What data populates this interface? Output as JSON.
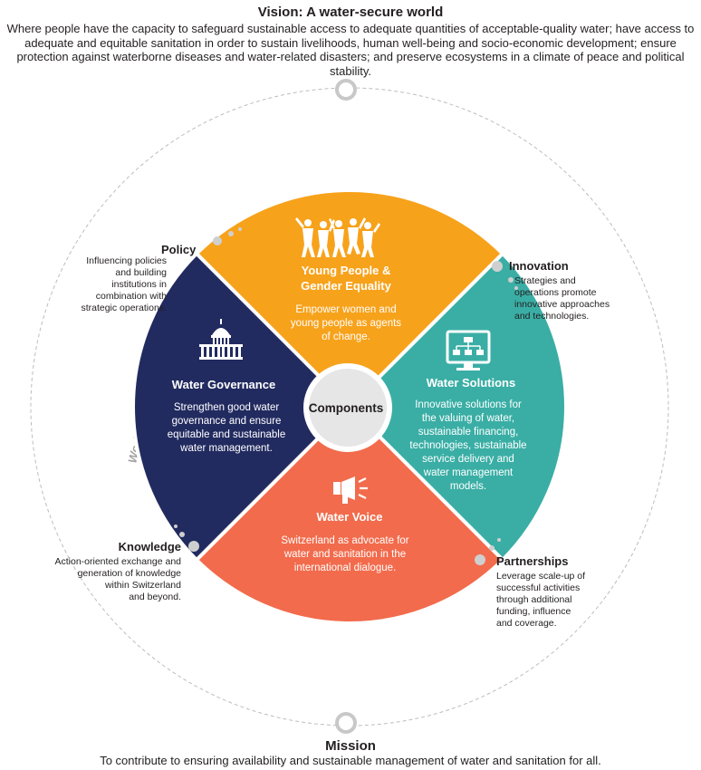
{
  "vision": {
    "title": "Vision: A water-secure world",
    "lines": [
      "Where people have the capacity to safeguard sustainable access to adequate quantities of acceptable-quality water; have access to",
      "adequate and equitable sanitation in order to sustain livelihoods, human well-being and socio-economic development; ensure",
      "protection against waterborne diseases and water-related disasters; and preserve ecosystems in a climate of peace and political",
      "stability."
    ]
  },
  "mission": {
    "title": "Mission",
    "text": "To contribute to ensuring availability and sustainable management of water and sanitation for all."
  },
  "center": {
    "label": "Components"
  },
  "components": {
    "young_people": {
      "title_lines": [
        "Young People &",
        "Gender Equality"
      ],
      "desc_lines": [
        "Empower women and",
        "young people as agents",
        "of change."
      ],
      "color": "#f7a21b"
    },
    "water_solutions": {
      "title_lines": [
        "Water Solutions"
      ],
      "desc_lines": [
        "Innovative solutions for",
        "the valuing of water,",
        "sustainable financing,",
        "technologies, sustainable",
        "service delivery and",
        "water management",
        "models."
      ],
      "color": "#3aaea5"
    },
    "water_voice": {
      "title_lines": [
        "Water Voice"
      ],
      "desc_lines": [
        "Switzerland as advocate for",
        "water and sanitation in the",
        "international dialogue."
      ],
      "color": "#f26b4c"
    },
    "water_governance": {
      "title_lines": [
        "Water Governance"
      ],
      "desc_lines": [
        "Strengthen good water",
        "governance and ensure",
        "equitable and sustainable",
        "water management."
      ],
      "color": "#222b60"
    }
  },
  "working_modalities": "Working modalities",
  "modalities": {
    "policy": {
      "title": "Policy",
      "desc_lines": [
        "Influencing policies",
        "and building",
        "institutions in",
        "combination with",
        "strategic operations."
      ]
    },
    "innovation": {
      "title": "Innovation",
      "desc_lines": [
        "Strategies and",
        "operations promote",
        "innovative approaches",
        "and technologies."
      ]
    },
    "partnerships": {
      "title": "Partnerships",
      "desc_lines": [
        "Leverage scale-up of",
        "successful activities",
        "through additional",
        "funding, influence",
        "and coverage."
      ]
    },
    "knowledge": {
      "title": "Knowledge",
      "desc_lines": [
        "Action-oriented exchange and",
        "generation of knowledge",
        "within Switzerland",
        "and beyond."
      ]
    }
  },
  "icons": {
    "young_people": "people-jumping-icon",
    "water_solutions": "computer-network-icon",
    "water_voice": "megaphone-icon",
    "water_governance": "capitol-building-icon"
  },
  "colors": {
    "ring": "#cfcfcf",
    "text": "#231f20",
    "dots": "#d0d0d0"
  }
}
